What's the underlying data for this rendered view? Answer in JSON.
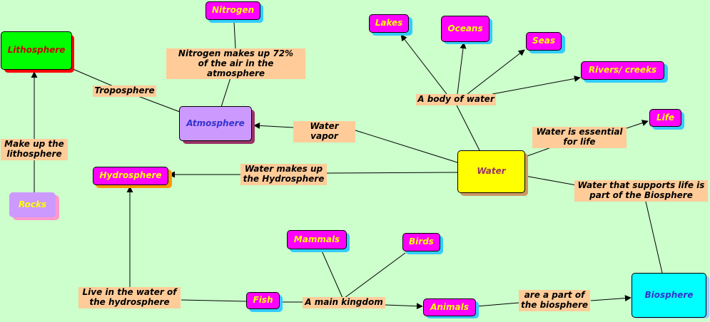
{
  "concepts": {
    "lithosphere": "Lithosphere",
    "nitrogen": "Nitrogen",
    "atmosphere": "Atmosphere",
    "hydrosphere": "Hydrosphere",
    "rocks": "Rocks",
    "lakes": "Lakes",
    "oceans": "Oceans",
    "seas": "Seas",
    "rivers": "Rivers/ creeks",
    "life": "Life",
    "water": "Water",
    "mammals": "Mammals",
    "birds": "Birds",
    "fish": "Fish",
    "animals": "Animals",
    "biosphere": "Biosphere"
  },
  "links": {
    "troposphere": "Troposphere",
    "nitrogen_air": "Nitrogen makes up 72%\nof the air in the atmosphere",
    "make_up_litho": "Make up the\nlithosphere",
    "body_of_water": "A body of water",
    "water_vapor": "Water vapor",
    "water_essential": "Water is essential\nfor life",
    "water_hydro": "Water makes up\nthe Hydrosphere",
    "water_biosphere": "Water that supports life is\npart of the Biosphere",
    "live_in_water": "Live in the water of\nthe hydrosphere",
    "main_kingdom": "A main kingdom",
    "part_biosphere": "are a part of\nthe biosphere"
  },
  "colors": {
    "background": "#ccffcc",
    "link_label": "#ffcc99",
    "magenta": "#ff00ff",
    "cyan_shadow": "#33ccff",
    "lithosphere_fill": "#00ff00",
    "lithosphere_shadow": "#ff0000",
    "atmosphere_fill": "#cc99ff",
    "atmosphere_shadow": "#993366",
    "water_fill": "#ffff00",
    "biosphere_fill": "#00ffff"
  }
}
